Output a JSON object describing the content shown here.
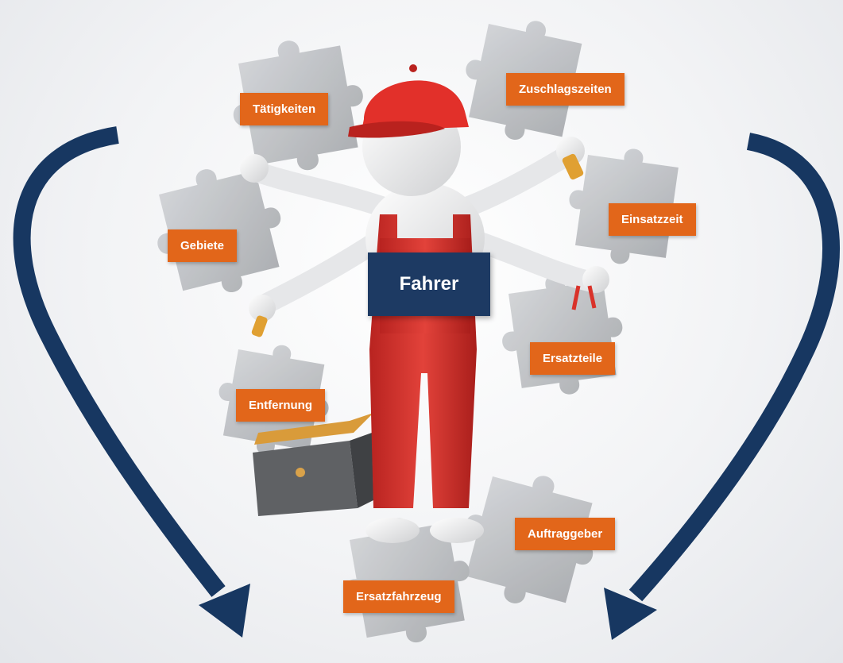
{
  "center": {
    "label": "Fahrer"
  },
  "labels": {
    "taetigkeiten": "Tätigkeiten",
    "zuschlagszeiten": "Zuschlagszeiten",
    "einsatzzeit": "Einsatzzeit",
    "gebiete": "Gebiete",
    "ersatzteile": "Ersatzteile",
    "entfernung": "Entfernung",
    "auftraggeber": "Auftraggeber",
    "ersatzfahrzeug": "Ersatzfahrzeug"
  },
  "colors": {
    "label_bg": "#e2661a",
    "center_bg": "#1d3a63",
    "arrow": "#173761",
    "overalls": "#d9322a",
    "puzzle": "#b5b7bb"
  },
  "icons": [
    "worker-figure",
    "puzzle-piece-icon",
    "toolbox-icon",
    "curved-arrow-icon"
  ]
}
